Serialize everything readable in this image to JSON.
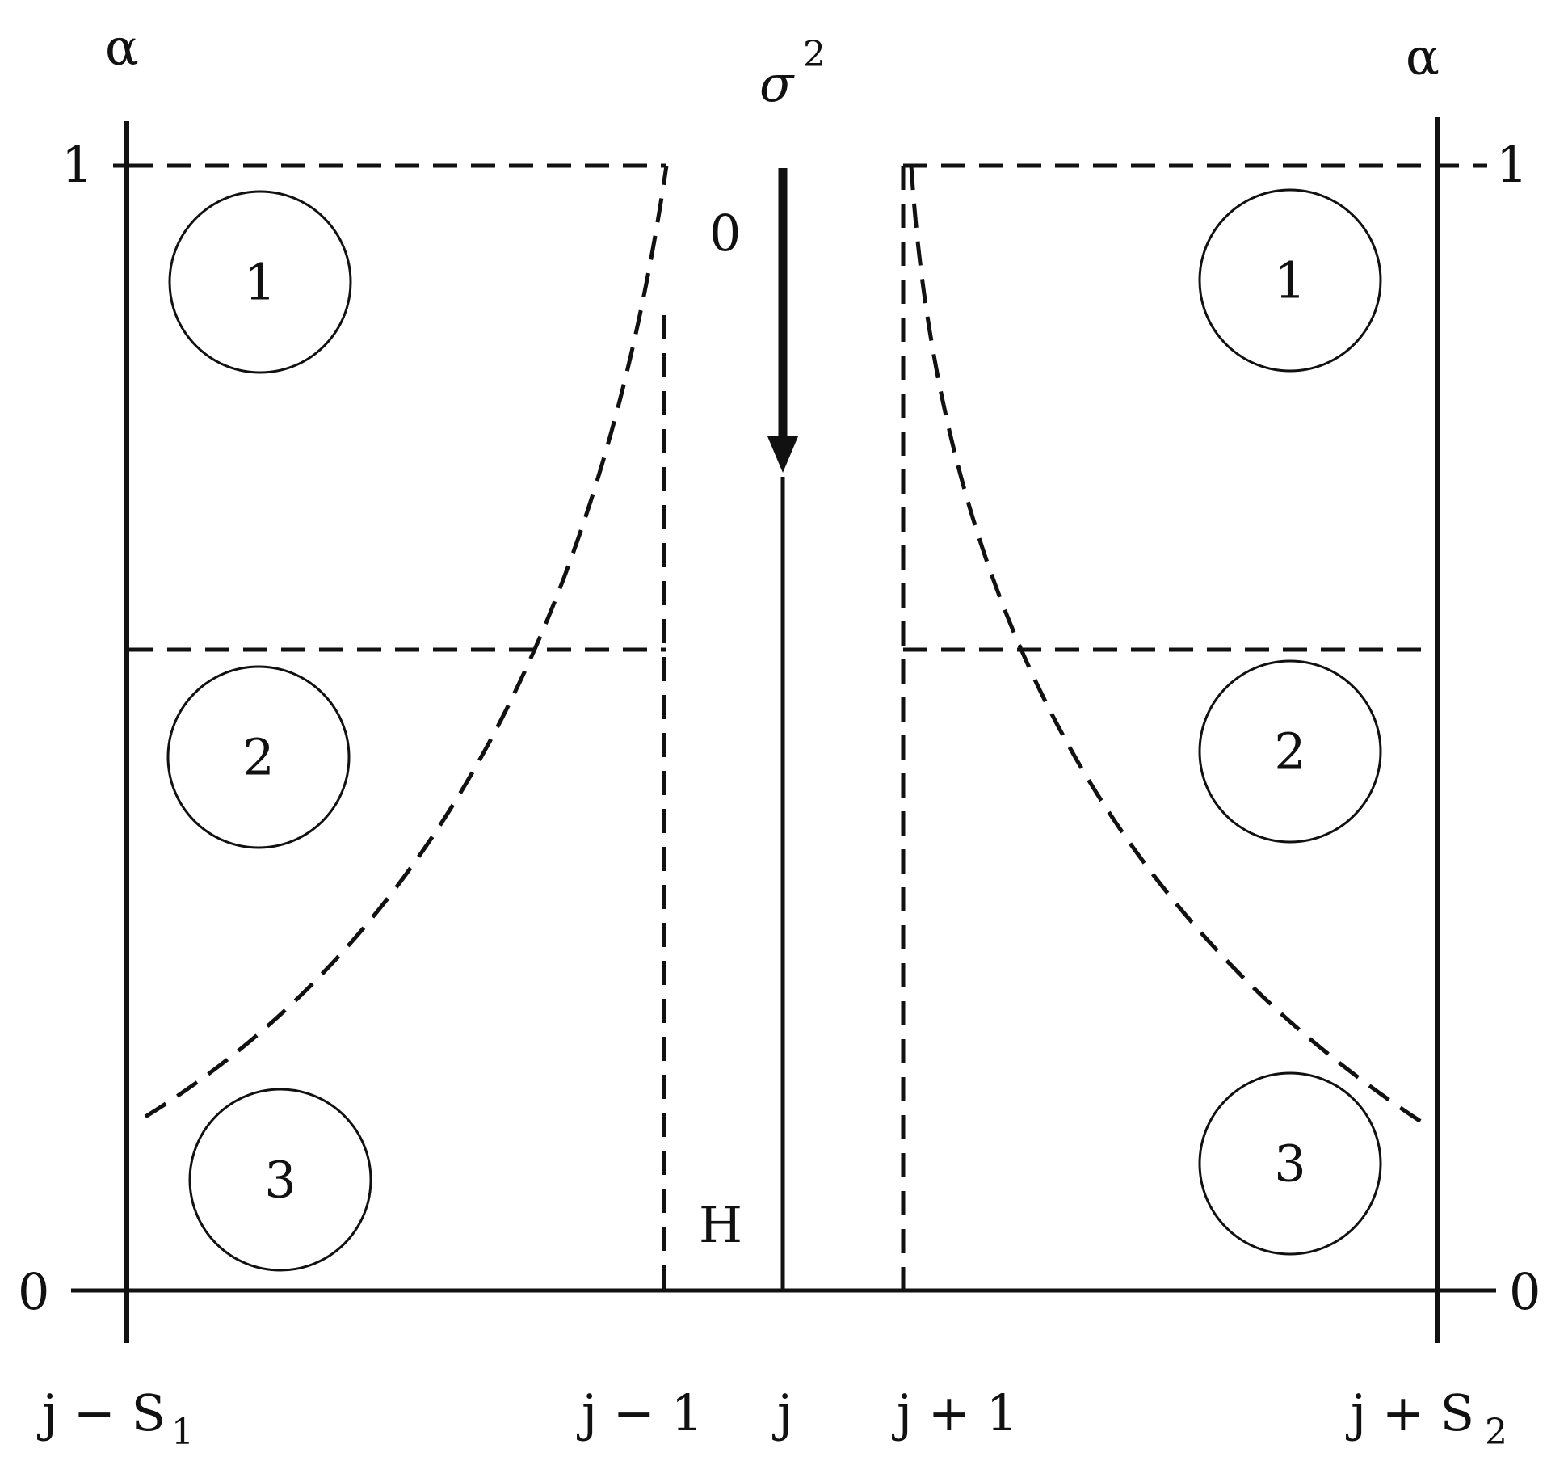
{
  "labels": {
    "alpha_left": "α",
    "alpha_right": "α",
    "sigma": "σ",
    "sigma_exp": "2",
    "one_left": "1",
    "one_right": "1",
    "zero_left": "0",
    "zero_right": "0",
    "zero_top": "0",
    "H": "H"
  },
  "bottom_labels": {
    "j_minus_s1_main": "j − S",
    "j_minus_s1_sub": "1",
    "j_minus_1": "j − 1",
    "j": "j",
    "j_plus_1": "j + 1",
    "j_plus_s2_main": "j + S",
    "j_plus_s2_sub": "2"
  },
  "zones_left": [
    "1",
    "2",
    "3"
  ],
  "zones_right": [
    "1",
    "2",
    "3"
  ],
  "colors": {
    "ink": "#111111",
    "background": "#ffffff"
  }
}
